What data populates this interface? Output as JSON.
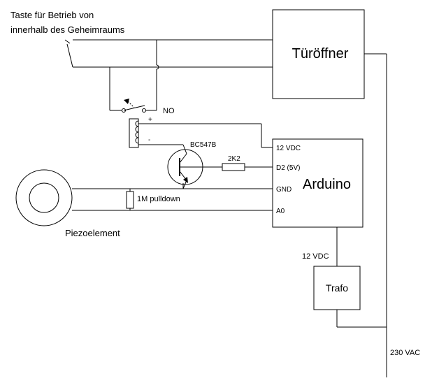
{
  "labels": {
    "button_line1": "Taste für Betrieb von",
    "button_line2": "innerhalb des Geheimraums",
    "door_opener": "Türöffner",
    "relay_contact": "NO",
    "relay_plus": "+",
    "relay_minus": "-",
    "transistor": "BC547B",
    "resistor_base": "2K2",
    "pin_12vdc": "12 VDC",
    "pin_d2": "D2 (5V)",
    "pin_gnd": "GND",
    "pin_a0": "A0",
    "arduino": "Arduino",
    "pulldown": "1M pulldown",
    "piezo": "Piezoelement",
    "supply_12vdc": "12 VDC",
    "transformer": "Trafo",
    "mains": "230 VAC"
  },
  "colors": {
    "stroke": "#000000",
    "background": "#ffffff"
  }
}
